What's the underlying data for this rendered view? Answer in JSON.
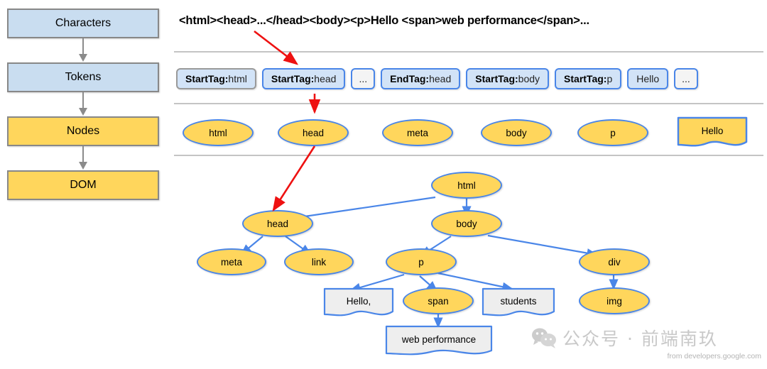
{
  "pipeline": {
    "stages": [
      {
        "label": "Characters",
        "color": "#c9ddf0"
      },
      {
        "label": "Tokens",
        "color": "#c9ddf0"
      },
      {
        "label": "Nodes",
        "color": "#ffd65c"
      },
      {
        "label": "DOM",
        "color": "#ffd65c"
      }
    ]
  },
  "source": {
    "code": "<html><head>...</head><body><p>Hello <span>web performance</span>..."
  },
  "tokens": [
    {
      "kind": "StartTag:",
      "value": " html",
      "style": "gray-border"
    },
    {
      "kind": "StartTag:",
      "value": " head",
      "style": "blue"
    },
    {
      "kind": "",
      "value": "...",
      "style": "ellipsis"
    },
    {
      "kind": "EndTag:",
      "value": " head",
      "style": "blue"
    },
    {
      "kind": "StartTag:",
      "value": " body",
      "style": "blue"
    },
    {
      "kind": "StartTag:",
      "value": " p",
      "style": "blue"
    },
    {
      "kind": "",
      "value": "Hello",
      "style": "blue"
    },
    {
      "kind": "",
      "value": "...",
      "style": "ellipsis"
    }
  ],
  "nodes": [
    {
      "label": "html",
      "shape": "ellipse"
    },
    {
      "label": "head",
      "shape": "ellipse"
    },
    {
      "label": "meta",
      "shape": "ellipse"
    },
    {
      "label": "body",
      "shape": "ellipse"
    },
    {
      "label": "p",
      "shape": "ellipse"
    },
    {
      "label": "Hello",
      "shape": "document"
    }
  ],
  "tree": {
    "nodes": [
      {
        "id": "html",
        "label": "html",
        "shape": "ellipse"
      },
      {
        "id": "head",
        "label": "head",
        "shape": "ellipse"
      },
      {
        "id": "body",
        "label": "body",
        "shape": "ellipse"
      },
      {
        "id": "meta",
        "label": "meta",
        "shape": "ellipse"
      },
      {
        "id": "link",
        "label": "link",
        "shape": "ellipse"
      },
      {
        "id": "p",
        "label": "p",
        "shape": "ellipse"
      },
      {
        "id": "div",
        "label": "div",
        "shape": "ellipse"
      },
      {
        "id": "hello",
        "label": "Hello,",
        "shape": "document"
      },
      {
        "id": "span",
        "label": "span",
        "shape": "ellipse"
      },
      {
        "id": "students",
        "label": "students",
        "shape": "document"
      },
      {
        "id": "img",
        "label": "img",
        "shape": "ellipse"
      },
      {
        "id": "webperf",
        "label": "web performance",
        "shape": "document"
      }
    ],
    "edges": [
      {
        "from": "html",
        "to": "head"
      },
      {
        "from": "html",
        "to": "body"
      },
      {
        "from": "head",
        "to": "meta"
      },
      {
        "from": "head",
        "to": "link"
      },
      {
        "from": "body",
        "to": "p"
      },
      {
        "from": "body",
        "to": "div"
      },
      {
        "from": "p",
        "to": "hello"
      },
      {
        "from": "p",
        "to": "span"
      },
      {
        "from": "p",
        "to": "students"
      },
      {
        "from": "div",
        "to": "img"
      },
      {
        "from": "span",
        "to": "webperf"
      }
    ]
  },
  "annotations": {
    "arrow_color": "#ee1111",
    "arrows": [
      {
        "name": "code-to-token"
      },
      {
        "name": "token-to-node"
      },
      {
        "name": "node-to-tree"
      }
    ]
  },
  "watermark": {
    "icon": "wechat-icon",
    "text": "公众号 · 前端南玖",
    "credit": "from developers.google.com"
  },
  "colors": {
    "node_fill": "#ffd65c",
    "node_stroke": "#4a86e8",
    "token_fill": "#d2e3f7",
    "text_node_fill": "#eeeeee",
    "stage_blue": "#c9ddf0",
    "separator": "#c4c4c4"
  }
}
